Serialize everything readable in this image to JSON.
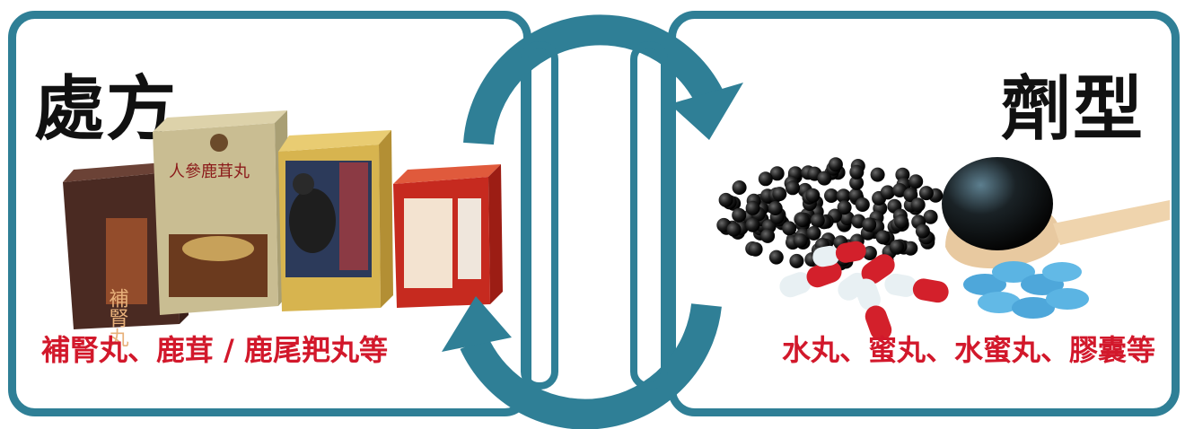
{
  "left": {
    "heading": "處方",
    "caption": "補腎丸、鹿茸 / 鹿尾羓丸等",
    "box_labels": [
      "人參鹿茸丸",
      "補腎丸"
    ]
  },
  "right": {
    "heading": "劑型",
    "caption": "水丸、蜜丸、水蜜丸、膠囊等"
  },
  "colors": {
    "frame": "#2f7f96",
    "caption": "#d2182b",
    "heading": "#111111"
  }
}
